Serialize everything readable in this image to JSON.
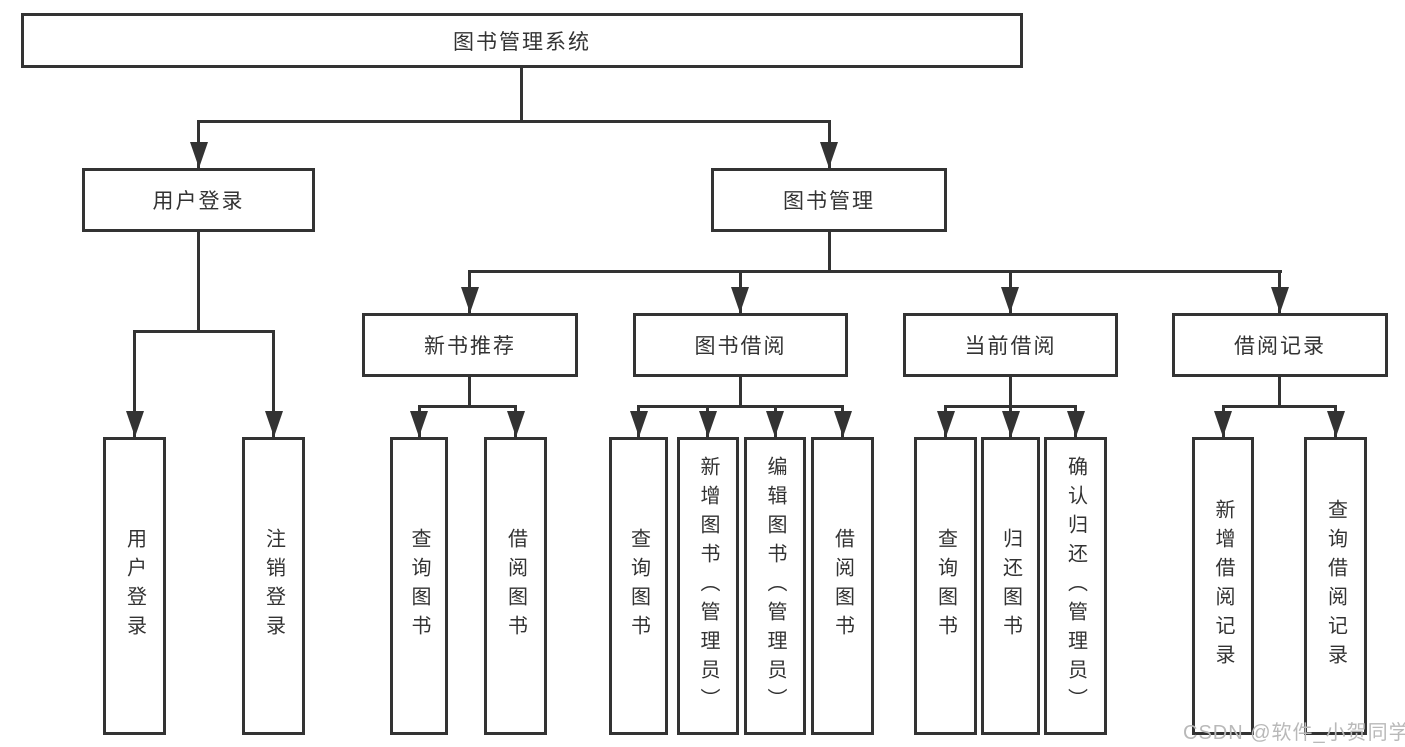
{
  "root": {
    "label": "图书管理系统"
  },
  "branches": [
    {
      "label": "用户登录",
      "leaves": [
        {
          "label": "用户登录"
        },
        {
          "label": "注销登录"
        }
      ]
    },
    {
      "label": "图书管理",
      "groups": [
        {
          "label": "新书推荐",
          "leaves": [
            {
              "label": "查询图书"
            },
            {
              "label": "借阅图书"
            }
          ]
        },
        {
          "label": "图书借阅",
          "leaves": [
            {
              "label": "查询图书"
            },
            {
              "label": "新增图书（管理员）"
            },
            {
              "label": "编辑图书（管理员）"
            },
            {
              "label": "借阅图书"
            }
          ]
        },
        {
          "label": "当前借阅",
          "leaves": [
            {
              "label": "查询图书"
            },
            {
              "label": "归还图书"
            },
            {
              "label": "确认归还（管理员）"
            }
          ]
        },
        {
          "label": "借阅记录",
          "leaves": [
            {
              "label": "新增借阅记录"
            },
            {
              "label": "查询借阅记录"
            }
          ]
        }
      ]
    }
  ],
  "watermark": "CSDN @软件_小贺同学",
  "colors": {
    "line": "#333333",
    "background": "#ffffff",
    "watermark": "#b9b9b9"
  }
}
